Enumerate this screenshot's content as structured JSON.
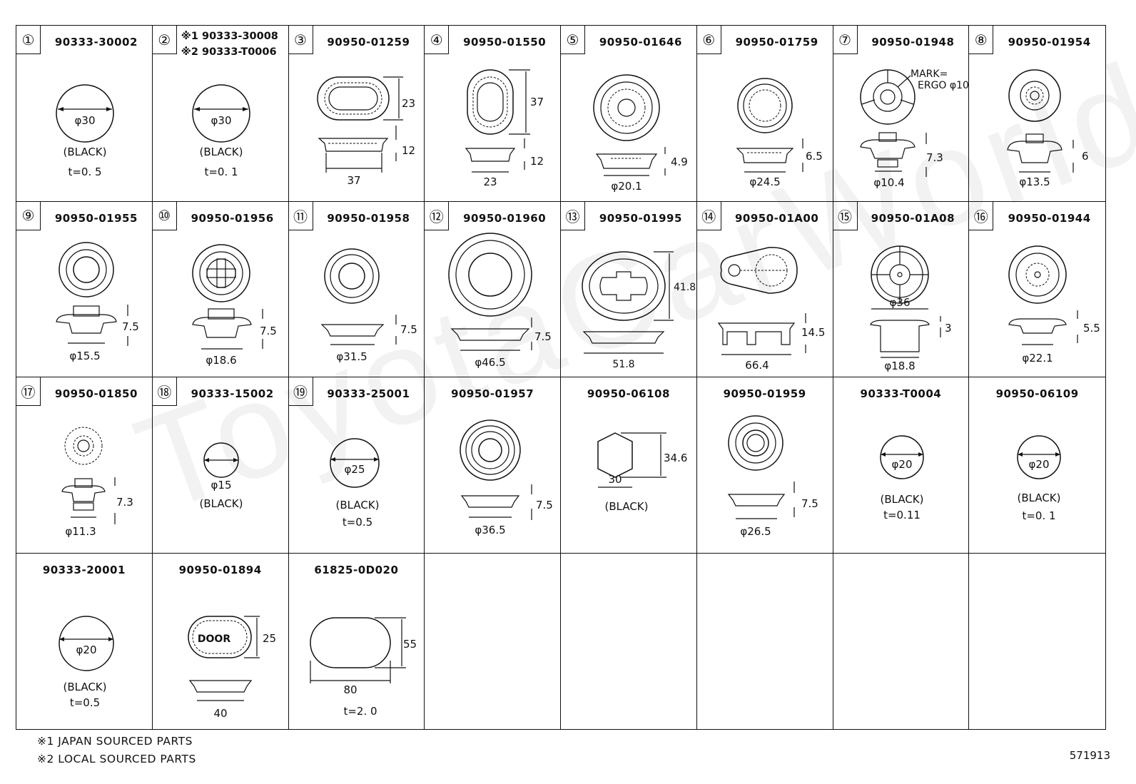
{
  "watermark": "ToyotaCarWorld.ru",
  "cells": [
    {
      "badge": "①",
      "part": "90333-30002",
      "dims": {
        "dia": "φ30"
      },
      "notes": [
        "(BLACK)",
        "t=0. 5"
      ]
    },
    {
      "badge": "②",
      "parts": [
        "※1 90333-30008",
        "※2 90333-T0006"
      ],
      "dims": {
        "dia": "φ30"
      },
      "notes": [
        "(BLACK)",
        "t=0. 1"
      ]
    },
    {
      "badge": "③",
      "part": "90950-01259",
      "dims": {
        "h": "23",
        "t": "12",
        "w": "37"
      }
    },
    {
      "badge": "④",
      "part": "90950-01550",
      "dims": {
        "h": "37",
        "t": "12",
        "w": "23"
      }
    },
    {
      "badge": "⑤",
      "part": "90950-01646",
      "dims": {
        "t": "4.9",
        "w": "φ20.1"
      }
    },
    {
      "badge": "⑥",
      "part": "90950-01759",
      "dims": {
        "t": "6.5",
        "w": "φ24.5"
      }
    },
    {
      "badge": "⑦",
      "part": "90950-01948",
      "dims": {
        "mark": [
          "MARK=",
          "ERGO φ10"
        ],
        "t": "7.3",
        "w": "φ10.4"
      }
    },
    {
      "badge": "⑧",
      "part": "90950-01954",
      "dims": {
        "t": "6",
        "w": "φ13.5"
      }
    },
    {
      "badge": "⑨",
      "part": "90950-01955",
      "dims": {
        "t": "7.5",
        "w": "φ15.5"
      }
    },
    {
      "badge": "⑩",
      "part": "90950-01956",
      "dims": {
        "t": "7.5",
        "w": "φ18.6"
      }
    },
    {
      "badge": "⑪",
      "part": "90950-01958",
      "dims": {
        "t": "7.5",
        "w": "φ31.5"
      }
    },
    {
      "badge": "⑫",
      "part": "90950-01960",
      "dims": {
        "t": "7.5",
        "w": "φ46.5"
      }
    },
    {
      "badge": "⑬",
      "part": "90950-01995",
      "dims": {
        "h": "41.8",
        "w": "51.8"
      }
    },
    {
      "badge": "⑭",
      "part": "90950-01A00",
      "dims": {
        "t": "14.5",
        "w": "66.4"
      }
    },
    {
      "badge": "⑮",
      "part": "90950-01A08",
      "dims": {
        "dia": "φ36",
        "t": "3",
        "w": "φ18.8"
      }
    },
    {
      "badge": "⑯",
      "part": "90950-01944",
      "dims": {
        "t": "5.5",
        "w": "φ22.1"
      }
    },
    {
      "badge": "⑰",
      "part": "90950-01850",
      "dims": {
        "t": "7.3",
        "w": "φ11.3"
      }
    },
    {
      "badge": "⑱",
      "part": "90333-15002",
      "dims": {
        "dia": "φ15"
      },
      "notes": [
        "(BLACK)"
      ]
    },
    {
      "badge": "⑲",
      "part": "90333-25001",
      "dims": {
        "dia": "φ25"
      },
      "notes": [
        "(BLACK)",
        "t=0.5"
      ]
    },
    {
      "badge": "",
      "part": "90950-01957",
      "dims": {
        "t": "7.5",
        "w": "φ36.5"
      }
    },
    {
      "badge": "",
      "part": "90950-06108",
      "dims": {
        "h": "34.6",
        "w": "30"
      },
      "notes": [
        "(BLACK)"
      ]
    },
    {
      "badge": "",
      "part": "90950-01959",
      "dims": {
        "t": "7.5",
        "w": "φ26.5"
      }
    },
    {
      "badge": "",
      "part": "90333-T0004",
      "dims": {
        "dia": "φ20"
      },
      "notes": [
        "(BLACK)",
        "t=0.11"
      ]
    },
    {
      "badge": "",
      "part": "90950-06109",
      "dims": {
        "dia": "φ20"
      },
      "notes": [
        "(BLACK)",
        "t=0. 1"
      ]
    },
    {
      "badge": "",
      "part": "90333-20001",
      "dims": {
        "dia": "φ20"
      },
      "notes": [
        "(BLACK)",
        "t=0.5"
      ]
    },
    {
      "badge": "",
      "part": "90950-01894",
      "dims": {
        "label": "DOOR",
        "h": "25",
        "w": "40"
      }
    },
    {
      "badge": "",
      "part": "61825-0D020",
      "dims": {
        "h": "55",
        "w": "80"
      },
      "notes": [
        "t=2. 0"
      ]
    },
    {
      "badge": "",
      "part": ""
    },
    {
      "badge": "",
      "part": ""
    },
    {
      "badge": "",
      "part": ""
    },
    {
      "badge": "",
      "part": ""
    },
    {
      "badge": "",
      "part": ""
    }
  ],
  "footnotes": [
    "※1 JAPAN SOURCED PARTS",
    "※2 LOCAL SOURCED PARTS"
  ],
  "drawing_code": "571913"
}
